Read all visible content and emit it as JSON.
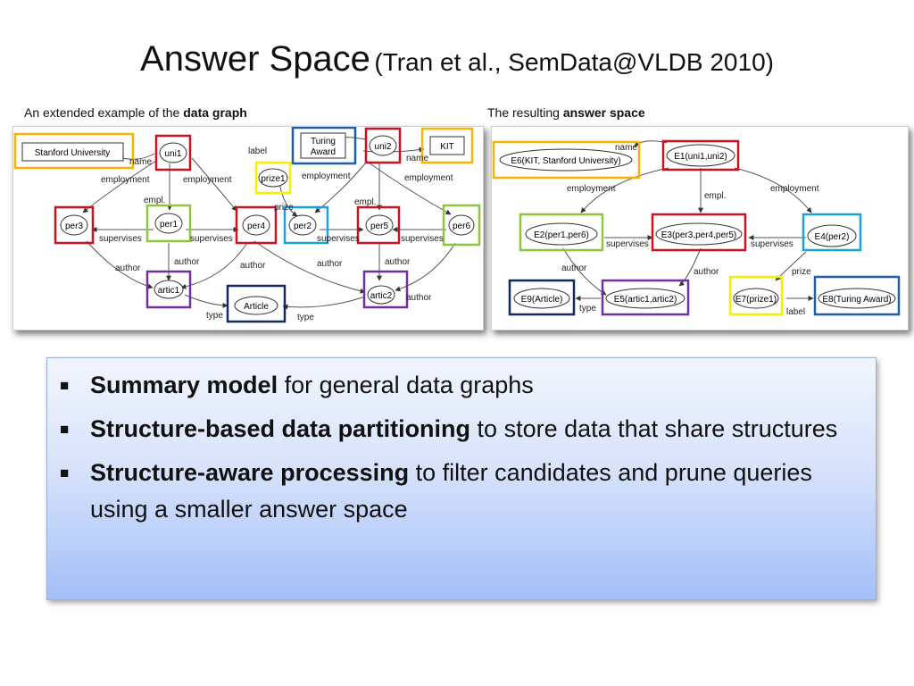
{
  "title": {
    "main": "Answer Space",
    "sub": "(Tran et al., SemData@VLDB 2010)"
  },
  "left_caption": {
    "prefix": "An extended example of the ",
    "bold": "data graph"
  },
  "right_caption": {
    "prefix": "The resulting ",
    "bold": "answer space"
  },
  "data_graph": {
    "nodes": {
      "stanford": "Stanford University",
      "uni1": "uni1",
      "uni2": "uni2",
      "turing": [
        "Turing",
        "Award"
      ],
      "kit": "KIT",
      "prize1": "prize1",
      "per3": "per3",
      "per1": "per1",
      "per4": "per4",
      "per2": "per2",
      "per5": "per5",
      "per6": "per6",
      "artic1": "artic1",
      "article": "Article",
      "artic2": "artic2"
    },
    "edge_labels": {
      "name": "name",
      "name2": "name",
      "label": "label",
      "employment": "employment",
      "employment2": "employment",
      "employment3": "employment",
      "employment4": "employment",
      "empl": "empl.",
      "empl2": "empl.",
      "prize": "prize",
      "supervises": "supervises",
      "supervises2": "supervises",
      "supervises3": "supervises",
      "supervises4": "supervises",
      "author": "author",
      "author2": "author",
      "author3": "author",
      "author4": "author",
      "author5": "author",
      "author6": "author",
      "type": "type",
      "type2": "type"
    }
  },
  "answer_space": {
    "nodes": {
      "e6": "E6(KIT, Stanford University)",
      "e1": "E1(uni1,uni2)",
      "e2": "E2(per1,per6)",
      "e3": "E3(per3,per4,per5)",
      "e4": "E4(per2)",
      "e9": "E9(Article)",
      "e5": "E5(artic1,artic2)",
      "e7": "E7(prize1)",
      "e8": "E8(Turing Award)"
    },
    "edge_labels": {
      "name": "name",
      "employment": "employment",
      "employment2": "employment",
      "empl": "empl.",
      "supervises": "supervises",
      "supervises2": "supervises",
      "author": "author",
      "author2": "author",
      "prize": "prize",
      "type": "type",
      "label": "label"
    }
  },
  "bullets": [
    {
      "bold": "Summary model",
      "text": " for general data graphs"
    },
    {
      "bold": "Structure-based data partitioning",
      "text": " to store data that share structures"
    },
    {
      "bold": "Structure-aware processing",
      "text": " to filter candidates and prune queries using a smaller answer space"
    }
  ],
  "bullet_marker": "■",
  "colors": {
    "red": "#cc1020",
    "green": "#8cc63f",
    "blue": "#1ba1e2",
    "purple": "#7030a0",
    "navy": "#0e2a60",
    "darkblue": "#1f5fa0",
    "orange": "#f5b400",
    "yellow": "#f4f000"
  }
}
